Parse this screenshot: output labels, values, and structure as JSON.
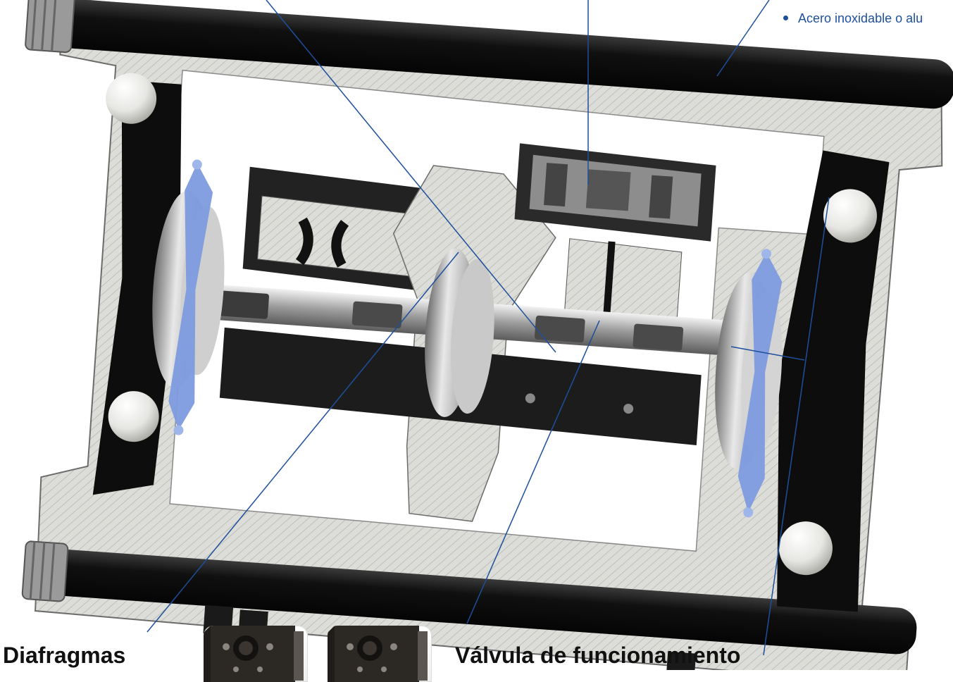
{
  "callouts": {
    "material_bullet": "Acero inoxidable o alu"
  },
  "labels": {
    "diaphragm": "Diafragmas",
    "valve": "Válvula de funcionamiento"
  },
  "thumbnails": [
    {
      "name": "valve-thumbnail-1"
    },
    {
      "name": "valve-thumbnail-2"
    }
  ],
  "colors": {
    "leader_line": "#1d4f9c",
    "body_fill": "#d9d9d6",
    "hatch": "#b9b9b4",
    "manifold": "#151515",
    "diaphragm_blue": "#7d9bdf",
    "ball": "#f3f3f1"
  }
}
